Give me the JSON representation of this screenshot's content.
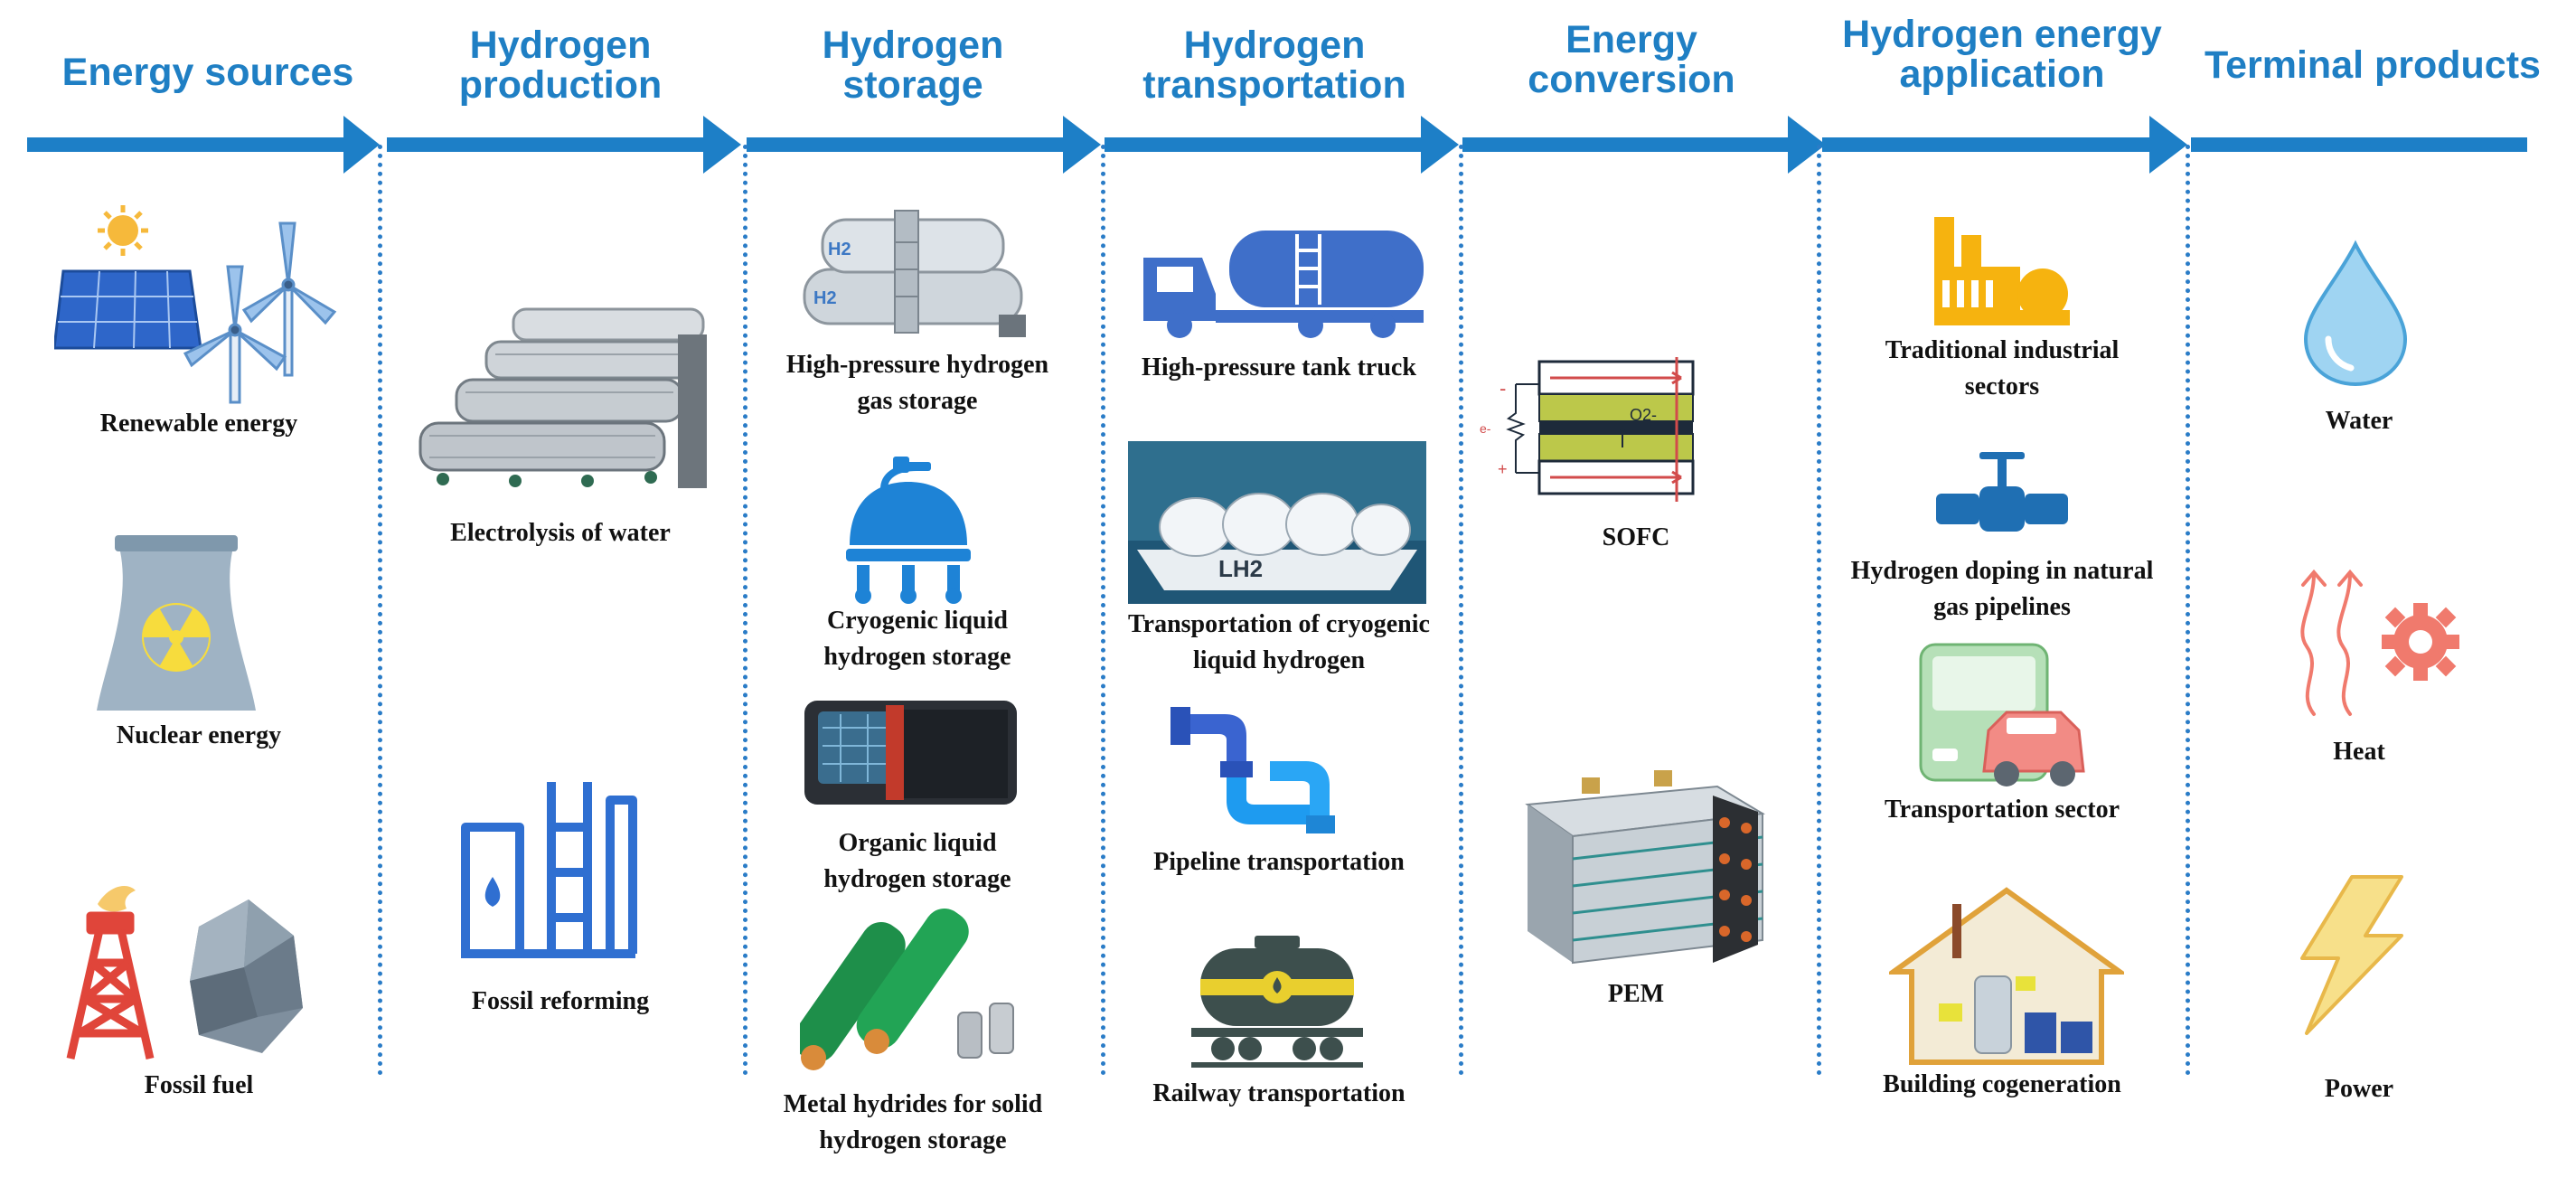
{
  "columns": [
    {
      "title_line1": "Energy sources",
      "title_line2": ""
    },
    {
      "title_line1": "Hydrogen",
      "title_line2": "production"
    },
    {
      "title_line1": "Hydrogen",
      "title_line2": "storage"
    },
    {
      "title_line1": "Hydrogen",
      "title_line2": "transportation"
    },
    {
      "title_line1": "Energy",
      "title_line2": "conversion"
    },
    {
      "title_line1": "Hydrogen energy",
      "title_line2": "application"
    },
    {
      "title_line1": "Terminal products",
      "title_line2": ""
    }
  ],
  "energy_sources": {
    "renewable": "Renewable energy",
    "nuclear": "Nuclear energy",
    "fossil": "Fossil fuel"
  },
  "production": {
    "electrolysis": "Electrolysis of water",
    "reforming": "Fossil reforming"
  },
  "storage": {
    "high_pressure_l1": "High-pressure hydrogen",
    "high_pressure_l2": "gas storage",
    "cryogenic_l1": "Cryogenic liquid",
    "cryogenic_l2": "hydrogen storage",
    "organic_l1": "Organic liquid",
    "organic_l2": "hydrogen storage",
    "metal_l1": "Metal hydrides for solid",
    "metal_l2": "hydrogen storage",
    "tank_text": "H2"
  },
  "transportation": {
    "truck": "High-pressure tank truck",
    "ship_l1": "Transportation of cryogenic",
    "ship_l2": "liquid hydrogen",
    "ship_text": "LH2",
    "pipeline": "Pipeline transportation",
    "railway": "Railway transportation"
  },
  "conversion": {
    "sofc": "SOFC",
    "pem": "PEM",
    "sofc_ion": "O2-",
    "sofc_minus": "-",
    "sofc_plus": "+",
    "sofc_e": "e-"
  },
  "application": {
    "industrial_l1": "Traditional industrial",
    "industrial_l2": "sectors",
    "doping_l1": "Hydrogen doping in natural",
    "doping_l2": "gas pipelines",
    "transport": "Transportation sector",
    "building": "Building cogeneration"
  },
  "terminal": {
    "water": "Water",
    "heat": "Heat",
    "power": "Power"
  },
  "colors": {
    "title_blue": "#1f7fc4",
    "arrow_blue": "#1d7fc7",
    "icon_blue": "#2f6fd1",
    "solar_blue": "#2e66c9",
    "nuclear_gray": "#8fa6b8",
    "fuel_red": "#e0453a",
    "water_blue": "#9fd4f2",
    "heat_red": "#f07a6d",
    "power_yellow": "#f7e08a"
  }
}
